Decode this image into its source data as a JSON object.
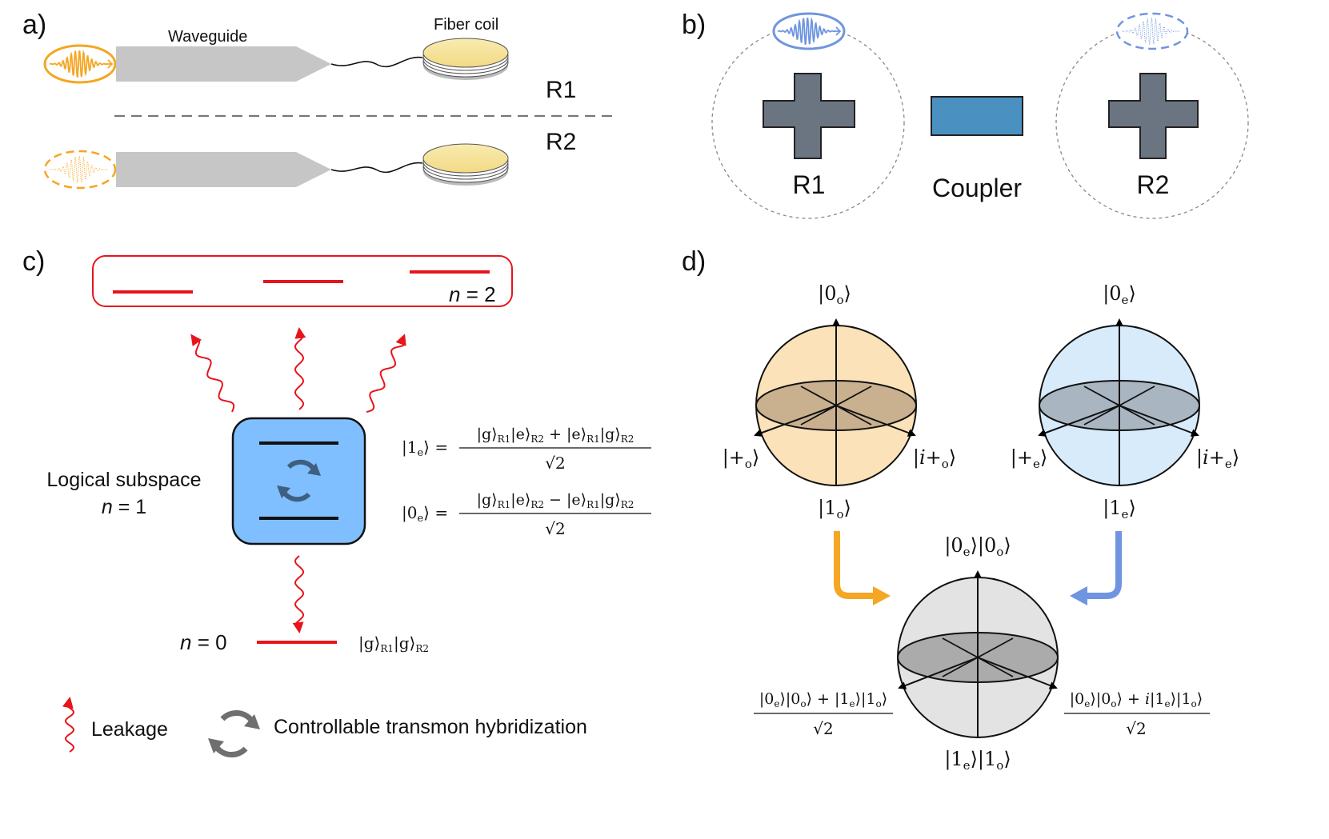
{
  "panels": {
    "a": {
      "label": "a)",
      "waveguide_label": "Waveguide",
      "fiber_label": "Fiber coil",
      "r1": "R1",
      "r2": "R2"
    },
    "b": {
      "label": "b)",
      "r1": "R1",
      "coupler": "Coupler",
      "r2": "R2"
    },
    "c": {
      "label": "c)",
      "n2": "n = 2",
      "logical_line1": "Logical subspace",
      "logical_line2": "n = 1",
      "n0": "n = 0",
      "ground_state": "|g⟩R1|g⟩R2",
      "eq1_lhs": "|1e⟩ =",
      "eq1_num": "|g⟩R1|e⟩R2 + |e⟩R1|g⟩R2",
      "eq2_lhs": "|0e⟩ =",
      "eq2_num": "|g⟩R1|e⟩R2 − |e⟩R1|g⟩R2",
      "denominator": "√2",
      "legend_leakage": "Leakage",
      "legend_hybrid": "Controllable transmon hybridization"
    },
    "d": {
      "label": "d)",
      "sphere_o": {
        "top": "|0o⟩",
        "bottom": "|1o⟩",
        "left": "|+o⟩",
        "right": "|i+o⟩"
      },
      "sphere_e": {
        "top": "|0e⟩",
        "bottom": "|1e⟩",
        "left": "|+e⟩",
        "right": "|i+e⟩"
      },
      "sphere_joint": {
        "top": "|0e⟩|0o⟩",
        "bottom": "|1e⟩|1o⟩",
        "left_num": "|0e⟩|0o⟩ + |1e⟩|1o⟩",
        "right_num": "|0e⟩|0o⟩ + i|1e⟩|1o⟩",
        "denominator": "√2"
      }
    }
  },
  "colors": {
    "orange": "#f5a623",
    "blue_pulse": "#6f95e0",
    "red": "#e8141c",
    "cross_gray": "#6b7582",
    "coupler_blue": "#4a90c0",
    "box_blue": "#7fbfff",
    "sphere_orange": "#fbe2b9",
    "sphere_blue": "#d7ebfa",
    "sphere_gray": "#e3e3e3",
    "fiber_yellow": "#f6e39a"
  }
}
